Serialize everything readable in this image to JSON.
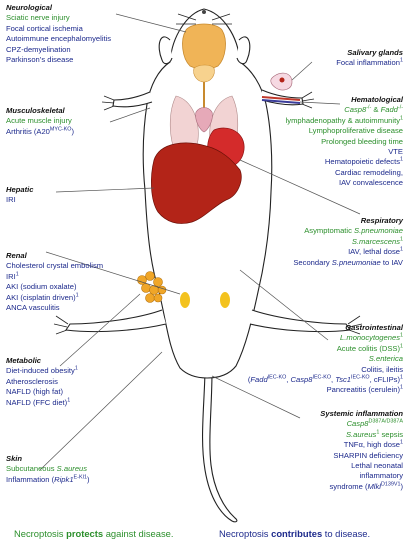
{
  "colors": {
    "protects": "#2c8f2c",
    "contributes": "#1d2a8c",
    "heading": "#111111",
    "leader_line": "#555555",
    "liver": "#b32418",
    "heart": "#d42b2b",
    "brain": "#f0b457",
    "adrenal": "#f3c21e",
    "lung": "#f2d3d3"
  },
  "sections": [
    {
      "id": "neurological",
      "align": "left",
      "heading": "Neurological",
      "lines": [
        {
          "text": "Sciatic nerve injury",
          "effect": "protects"
        },
        {
          "text": "Focal cortical ischemia",
          "effect": "contributes"
        },
        {
          "text": "Autoimmune encephalomyelitis",
          "effect": "contributes"
        },
        {
          "text": "CPZ-demyelination",
          "effect": "contributes"
        },
        {
          "text": "Parkinson’s disease",
          "effect": "contributes"
        }
      ]
    },
    {
      "id": "musculoskeletal",
      "align": "left",
      "heading": "Musculoskeletal",
      "lines": [
        {
          "text": "Acute muscle injury",
          "effect": "protects"
        },
        {
          "text": "Arthritis (A20",
          "sup": "MYC-KO",
          "tail": ")",
          "effect": "contributes"
        }
      ]
    },
    {
      "id": "hepatic",
      "align": "left",
      "heading": "Hepatic",
      "lines": [
        {
          "text": "IRI",
          "effect": "contributes"
        }
      ]
    },
    {
      "id": "renal",
      "align": "left",
      "heading": "Renal",
      "lines": [
        {
          "text": "Cholesterol crystal embolism",
          "effect": "contributes"
        },
        {
          "text": "IRI",
          "sup": "1",
          "effect": "contributes"
        },
        {
          "text": "AKI (sodium oxalate)",
          "effect": "contributes"
        },
        {
          "text": "AKI (cisplatin driven)",
          "sup": "1",
          "effect": "contributes"
        },
        {
          "text": "ANCA vasculitis",
          "effect": "contributes"
        }
      ]
    },
    {
      "id": "metabolic",
      "align": "left",
      "heading": "Metabolic",
      "lines": [
        {
          "text": "Diet-induced obesity",
          "sup": "1",
          "effect": "contributes"
        },
        {
          "text": "Atherosclerosis",
          "effect": "contributes"
        },
        {
          "text": "NAFLD (high fat)",
          "effect": "contributes"
        },
        {
          "text": "NAFLD (FFC diet)",
          "sup": "1",
          "effect": "contributes"
        }
      ]
    },
    {
      "id": "skin",
      "align": "left",
      "heading": "Skin",
      "lines": [
        {
          "text": "Subcutaneous ",
          "ital": "S.aureus",
          "effect": "protects"
        },
        {
          "text": "Inflammation (",
          "ital": "Ripk1",
          "sup": "E-KI",
          "tail": ")",
          "sup2": "1",
          "effect": "contributes"
        }
      ]
    },
    {
      "id": "salivary",
      "align": "right",
      "heading": "Salivary glands",
      "lines": [
        {
          "text": "Focal inflammation",
          "sup": "1",
          "effect": "contributes"
        }
      ]
    },
    {
      "id": "hematological",
      "align": "right",
      "heading": "Hematological",
      "lines": [
        {
          "ital": "Casp8",
          "sup": "-/-",
          "text": " & ",
          "ital2": "Fadd",
          "sup2": "-/-",
          "effect": "protects"
        },
        {
          "text": "lymphadenopathy & autoimmunity",
          "sup": "1",
          "effect": "protects"
        },
        {
          "text": "Lymphoproliferative disease",
          "effect": "protects"
        },
        {
          "text": "Prolonged bleeding time",
          "effect": "protects"
        },
        {
          "text": "VTE",
          "effect": "contributes"
        },
        {
          "text": "Hematopoietic defects",
          "sup": "1",
          "effect": "contributes"
        },
        {
          "text": "Cardiac remodeling,",
          "effect": "contributes"
        },
        {
          "text": "IAV convalescence",
          "effect": "contributes"
        }
      ]
    },
    {
      "id": "respiratory",
      "align": "right",
      "heading": "Respiratory",
      "lines": [
        {
          "text": "Asymptomatic ",
          "ital": "S.pneumoniae",
          "effect": "protects"
        },
        {
          "ital": "S.marcescens",
          "sup": "1",
          "effect": "protects"
        },
        {
          "text": "IAV, lethal dose",
          "sup": "1",
          "effect": "contributes"
        },
        {
          "text": "Secondary ",
          "ital": "S.pneumoniae",
          "tail": " to IAV",
          "effect": "contributes"
        }
      ]
    },
    {
      "id": "gastrointestinal",
      "align": "right",
      "heading": "Gastrointestinal",
      "lines": [
        {
          "ital": "L.monocytogenes",
          "sup": "1",
          "effect": "protects"
        },
        {
          "text": "Acute colitis (DSS)",
          "sup": "1",
          "effect": "protects"
        },
        {
          "ital": "S.enterica",
          "effect": "protects"
        },
        {
          "text": "Colitis, ileitis",
          "effect": "contributes"
        },
        {
          "text": "(",
          "ital": "Fadd",
          "sup": "IEC-KO",
          "text2": ", ",
          "ital2": "Casp8",
          "sup2": "IEC-KO",
          "text3": ", ",
          "ital3": "Tsc1",
          "sup3": "IEC-KO",
          "tail": ", cFLIPs)",
          "sup4": "1",
          "effect": "contributes"
        },
        {
          "text": "Pancreatitis (cerulein)",
          "sup": "1",
          "effect": "contributes"
        }
      ]
    },
    {
      "id": "systemic",
      "align": "right",
      "heading": "Systemic inflammation",
      "lines": [
        {
          "ital": "Casp8",
          "sup": "D387A/D387A",
          "effect": "protects"
        },
        {
          "ital": "S.aureus",
          "text": " sepsis",
          "sup": "1",
          "effect": "protects"
        },
        {
          "text": "TNFα, high dose",
          "sup": "1",
          "effect": "contributes"
        },
        {
          "text": "SHARPIN deficiency",
          "effect": "contributes"
        },
        {
          "text": "Lethal neonatal",
          "effect": "contributes"
        },
        {
          "text": "inflammatory",
          "effect": "contributes"
        },
        {
          "text": "syndrome (",
          "ital": "Mlkl",
          "sup": "D139V",
          "tail": ")",
          "sup2": "1",
          "effect": "contributes"
        }
      ]
    }
  ],
  "footer": {
    "protects": {
      "pre": "Necroptosis ",
      "bold": "protects",
      "post": " against disease."
    },
    "contributes": {
      "pre": "Necroptosis ",
      "bold": "contributes",
      "post": " to disease."
    }
  }
}
